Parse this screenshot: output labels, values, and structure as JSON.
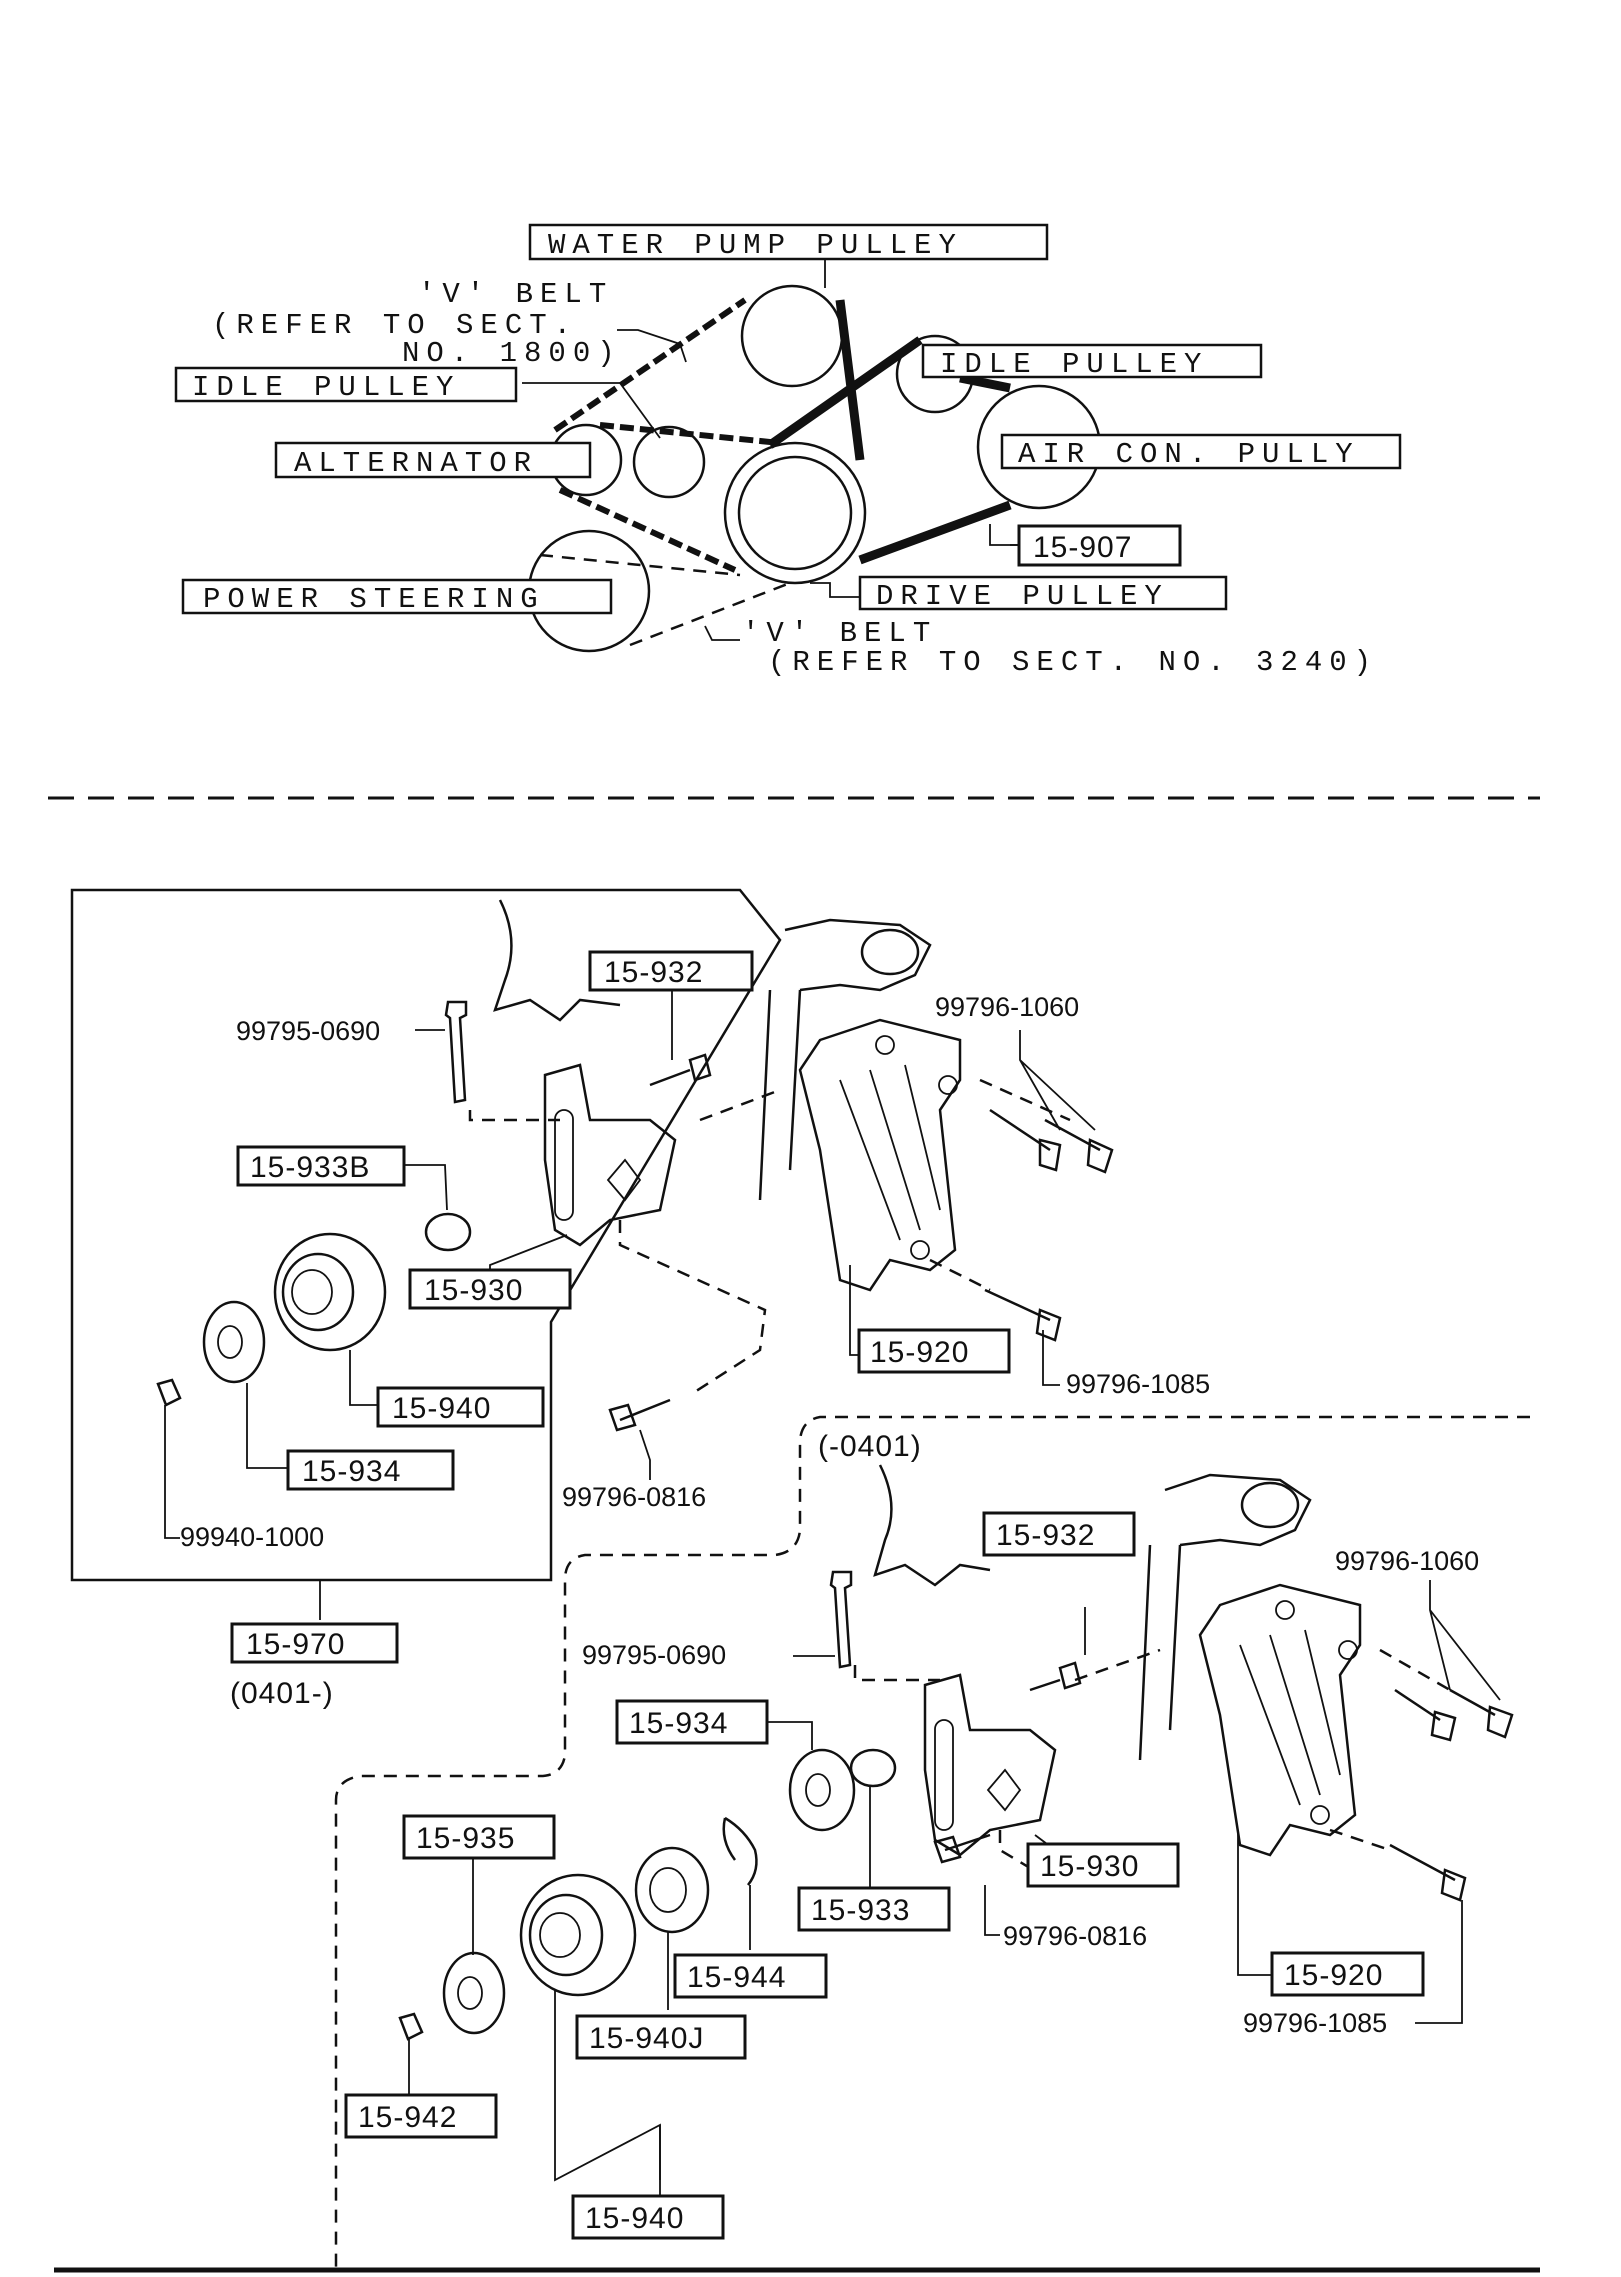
{
  "belt_diagram": {
    "water_pump_pulley": "WATER PUMP PULLEY",
    "v_belt_1_title": "'V' BELT",
    "v_belt_1_ref_a": "(REFER TO SECT.",
    "v_belt_1_ref_b": "NO. 1800)",
    "idle_pulley_left": "IDLE PULLEY",
    "idle_pulley_right": "IDLE PULLEY",
    "alternator": "ALTERNATOR",
    "air_con_pulley": "AIR CON. PULLY",
    "belt_part_no": "15-907",
    "power_steering": "POWER STEERING",
    "drive_pulley": "DRIVE PULLEY",
    "v_belt_2_title": "'V' BELT",
    "v_belt_2_ref": "(REFER TO SECT. NO. 3240)"
  },
  "upper_assembly": {
    "p_15_932": "15-932",
    "bolt_0690": "99795-0690",
    "bolt_1060": "99796-1060",
    "p_15_933b": "15-933B",
    "p_15_930": "15-930",
    "p_15_920": "15-920",
    "bolt_1085": "99796-1085",
    "p_15_940": "15-940",
    "p_15_934": "15-934",
    "bolt_0816": "99796-0816",
    "nut_1000": "99940-1000",
    "kit_15_970": "15-970",
    "kit_date": "(0401-)"
  },
  "lower_assembly": {
    "date_range": "(-0401)",
    "p_15_932": "15-932",
    "bolt_1060": "99796-1060",
    "bolt_0690": "99795-0690",
    "p_15_934": "15-934",
    "p_15_930": "15-930",
    "p_15_935": "15-935",
    "p_15_933": "15-933",
    "bolt_0816": "99796-0816",
    "p_15_944": "15-944",
    "p_15_920": "15-920",
    "p_15_940j": "15-940J",
    "bolt_1085": "99796-1085",
    "p_15_942": "15-942",
    "p_15_940": "15-940"
  }
}
